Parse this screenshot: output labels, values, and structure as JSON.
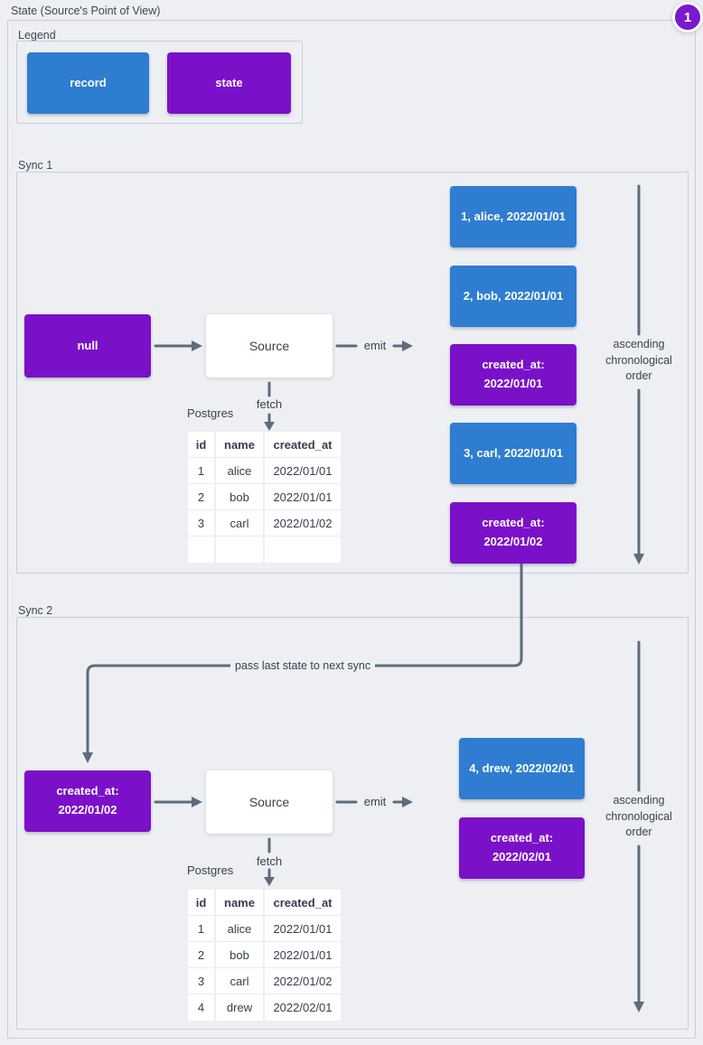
{
  "page": {
    "title": "State (Source's Point of View)",
    "badge": "1"
  },
  "colors": {
    "record": "#2e7dd1",
    "state": "#7b10c9",
    "badge": "#7a19cd",
    "arrow": "#5d6b7e",
    "background": "#edeff3"
  },
  "legend": {
    "title": "Legend",
    "items": [
      {
        "type": "record",
        "label": "record"
      },
      {
        "type": "state",
        "label": "state"
      }
    ]
  },
  "sync1": {
    "title": "Sync 1",
    "input_state": "null",
    "source": "Source",
    "emit_label": "emit",
    "fetch_label": "fetch",
    "db_label": "Postgres",
    "table": {
      "headers": [
        "id",
        "name",
        "created_at"
      ],
      "rows": [
        [
          "1",
          "alice",
          "2022/01/01"
        ],
        [
          "2",
          "bob",
          "2022/01/01"
        ],
        [
          "3",
          "carl",
          "2022/01/02"
        ],
        [
          "",
          "",
          ""
        ]
      ]
    },
    "emitted": [
      {
        "type": "record",
        "label": "1, alice, 2022/01/01"
      },
      {
        "type": "record",
        "label": "2, bob, 2022/01/01"
      },
      {
        "type": "state",
        "label": "created_at:\n2022/01/01"
      },
      {
        "type": "record",
        "label": "3, carl, 2022/01/01"
      },
      {
        "type": "state",
        "label": "created_at:\n2022/01/02"
      }
    ],
    "order_note": "ascending chronological order"
  },
  "pass_note": "pass last state to next sync",
  "sync2": {
    "title": "Sync 2",
    "input_state": "created_at:\n2022/01/02",
    "source": "Source",
    "emit_label": "emit",
    "fetch_label": "fetch",
    "db_label": "Postgres",
    "table": {
      "headers": [
        "id",
        "name",
        "created_at"
      ],
      "rows": [
        [
          "1",
          "alice",
          "2022/01/01"
        ],
        [
          "2",
          "bob",
          "2022/01/01"
        ],
        [
          "3",
          "carl",
          "2022/01/02"
        ],
        [
          "4",
          "drew",
          "2022/02/01"
        ]
      ]
    },
    "emitted": [
      {
        "type": "record",
        "label": "4, drew, 2022/02/01"
      },
      {
        "type": "state",
        "label": "created_at:\n2022/02/01"
      }
    ],
    "order_note": "ascending chronological order"
  }
}
